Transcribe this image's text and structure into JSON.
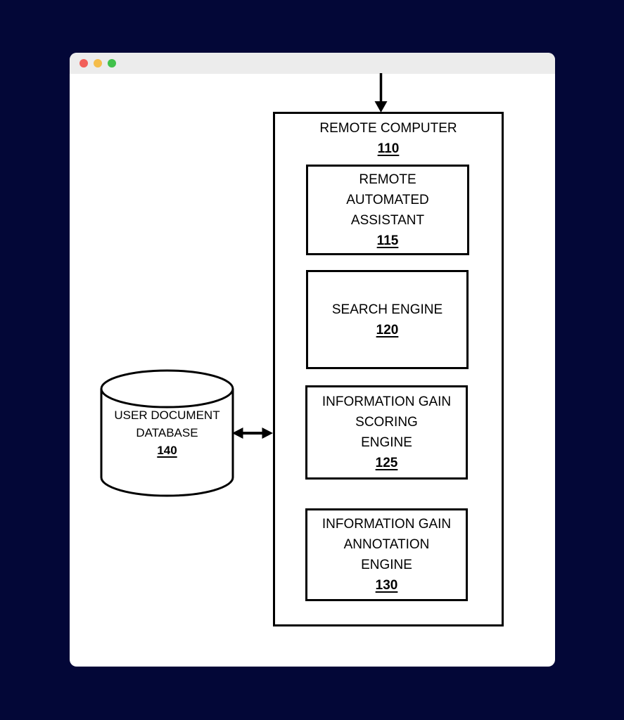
{
  "window": {
    "titlebar_color": "#ececec",
    "background_color": "#030737",
    "traffic_lights": {
      "close_color": "#f2605a",
      "minimize_color": "#f5bd4b",
      "zoom_color": "#41c14b"
    }
  },
  "diagram": {
    "line_color": "#000000",
    "outer_box": {
      "title": "REMOTE COMPUTER",
      "ref": "110"
    },
    "boxes": [
      {
        "lines": [
          "REMOTE",
          "AUTOMATED",
          "ASSISTANT"
        ],
        "ref": "115"
      },
      {
        "lines": [
          "SEARCH ENGINE"
        ],
        "ref": "120"
      },
      {
        "lines": [
          "INFORMATION GAIN",
          "SCORING",
          "ENGINE"
        ],
        "ref": "125"
      },
      {
        "lines": [
          "INFORMATION GAIN",
          "ANNOTATION",
          "ENGINE"
        ],
        "ref": "130"
      }
    ],
    "database": {
      "lines": [
        "USER DOCUMENT",
        "DATABASE"
      ],
      "ref": "140"
    },
    "arrows": [
      {
        "name": "input-arrow",
        "type": "down"
      },
      {
        "name": "database-link-arrow",
        "type": "double-horizontal"
      }
    ]
  }
}
